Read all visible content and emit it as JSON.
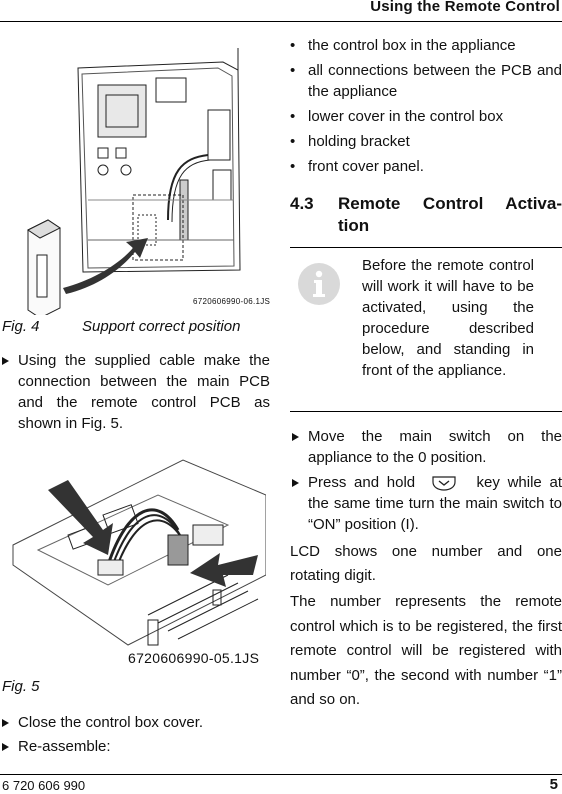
{
  "header": {
    "title": "Using the Remote Control"
  },
  "footer": {
    "doc_number": "6 720 606 990",
    "page_number": "5"
  },
  "left": {
    "fig4": {
      "image_code": "6720606990-06.1JS",
      "label": "Fig. 4",
      "caption": "Support correct position"
    },
    "step1": "Using the supplied cable make the connection between the main PCB and the remote control PCB as shown in Fig. 5.",
    "fig5": {
      "image_code": "6720606990-05.1JS",
      "label": "Fig. 5"
    },
    "step2": "Close the control box cover.",
    "step3": "Re-assemble:"
  },
  "right": {
    "bullets": [
      "the control box in the appliance",
      "all connections between the PCB and the appliance",
      "lower cover in the control box",
      "holding bracket",
      "front cover panel."
    ],
    "section": {
      "number": "4.3",
      "title_line1": "Remote Control Activa-",
      "title_line2": "tion"
    },
    "note": "Before the remote control will work it will have to be activated, using the procedure described below, and standing in front of the appliance.",
    "step1": "Move the main switch on the appliance to the 0 position.",
    "step2_a": "Press and hold",
    "step2_b": "key while at the same time turn the main switch to “ON” position (I).",
    "para1": "LCD shows one number and one rotating digit.",
    "para2": "The number represents the remote control which is to be registered, the first remote control will be registered with number “0”, the second with number “1” and so on."
  },
  "icons": {
    "info": "info-icon",
    "key": "chevron-down-key-icon"
  }
}
